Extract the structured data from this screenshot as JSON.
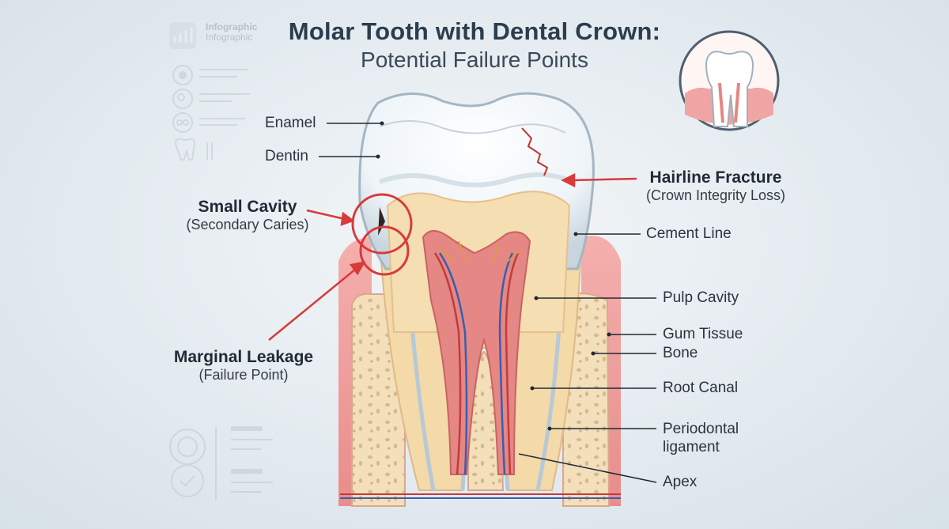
{
  "title": {
    "line1": "Molar Tooth with Dental Crown:",
    "line2": "Potential Failure Points"
  },
  "watermark": {
    "line1": "Infographic",
    "line2": "Infographic",
    "icon": "bar-chart-icon"
  },
  "labels": {
    "enamel": "Enamel",
    "dentin": "Dentin",
    "cement_line": "Cement Line",
    "pulp_cavity": "Pulp Cavity",
    "gum_tissue": "Gum Tissue",
    "bone": "Bone",
    "root_canal": "Root Canal",
    "periodontal_line1": "Periodontal",
    "periodontal_line2": "ligament",
    "apex": "Apex"
  },
  "failure_points": {
    "hairline_fracture": {
      "title": "Hairline Fracture",
      "subtitle": "(Crown Integrity Loss)"
    },
    "small_cavity": {
      "title": "Small Cavity",
      "subtitle": "(Secondary Caries)"
    },
    "marginal_leakage": {
      "title": "Marginal Leakage",
      "subtitle": "(Failure Point)"
    }
  },
  "colors": {
    "title": "#2b3d4e",
    "failure_arrow": "#d83a3a",
    "gum": "#eea0a0",
    "bone": "#f1dcb5",
    "dentin": "#f5dcae",
    "pulp": "#e58a8a",
    "enamel": "#f7fbfd"
  },
  "icons": [
    "tooth-thumbnail-icon",
    "heart-icon",
    "search-icon",
    "glasses-icon",
    "tooth-outline-icon",
    "refresh-circle-icon",
    "check-circle-icon"
  ]
}
